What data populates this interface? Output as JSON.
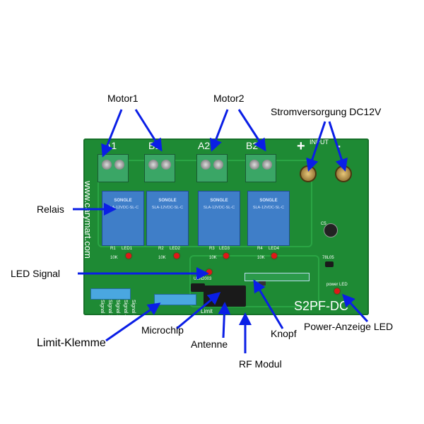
{
  "labels": {
    "motor1": "Motor1",
    "motor2": "Motor2",
    "power_supply": "Stromversorgung DC12V",
    "relay": "Relais",
    "led_signal": "LED Signal",
    "microchip": "Microchip",
    "limit_terminal": "Limit-Klemme",
    "antenna": "Antenne",
    "button": "Knopf",
    "power_led": "Power-Anzeige LED",
    "rf_module": "RF Modul"
  },
  "board": {
    "terminals": [
      "A1",
      "B1",
      "A2",
      "B2"
    ],
    "input_label": "INPUT",
    "plus": "+",
    "minus": "-",
    "website": "www.carymart.com",
    "relay_brand": "SONGLE",
    "relay_model": "SLA-12VDC-SL-C",
    "relay_leds": [
      "LED1",
      "LED2",
      "LED3",
      "LED4"
    ],
    "resistors": [
      "R1",
      "R2",
      "R3",
      "R4"
    ],
    "resistor_value": "10K",
    "signal_pins": [
      "Signal 1+",
      "Signal 2+",
      "Signal 3+",
      "Signal 4+",
      "Signal -"
    ],
    "driver_chip": "ULN2003",
    "regulator": "78L05",
    "capacitor": "C5",
    "model": "S2PF-DC",
    "power_led_text": "power LED",
    "limit_text": "Limit"
  },
  "colors": {
    "arrow": "#0a1ee6",
    "board": "#1e8a34"
  }
}
